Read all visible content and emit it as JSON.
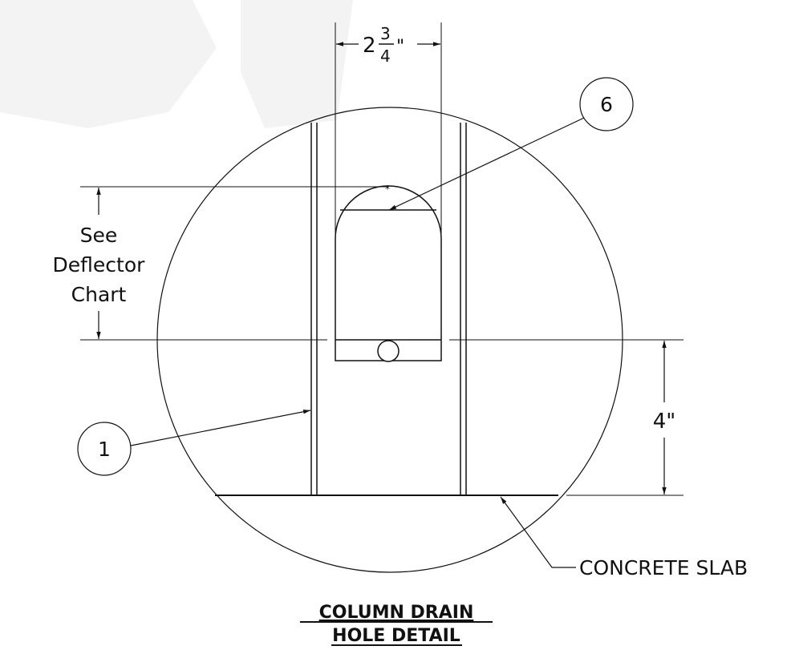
{
  "dimensions": {
    "width": {
      "whole": "2",
      "numerator": "3",
      "denominator": "4",
      "unit": "\""
    },
    "height": "4\""
  },
  "notes": {
    "see_line1": "See",
    "see_line2": "Deflector",
    "see_line3": "Chart",
    "slab": "CONCRETE SLAB"
  },
  "balloons": {
    "item_1": "1",
    "item_6": "6"
  },
  "title": {
    "line1": "COLUMN DRAIN",
    "line2": "HOLE DETAIL"
  },
  "colors": {
    "ink": "#111111",
    "watermark": "#f3f3f3"
  }
}
